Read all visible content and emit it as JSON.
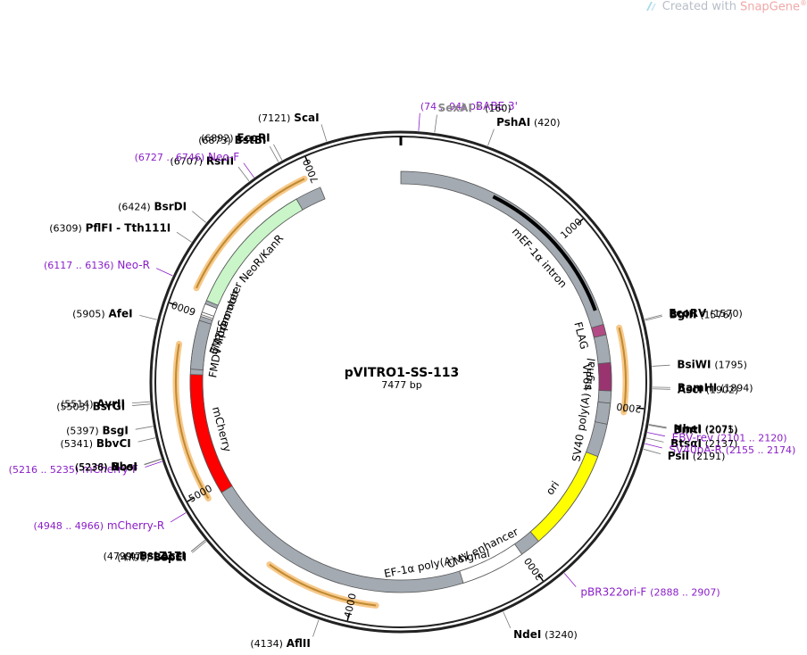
{
  "watermark": {
    "prefix": "Created with",
    "brand": "SnapGene",
    "reg": "®"
  },
  "plasmid": {
    "name": "pVITRO1-SS-113",
    "length_label": "7477 bp",
    "length": 7477
  },
  "colors": {
    "enzyme": "#000000",
    "primer": "#8a1ec8",
    "nonunique": "#888888",
    "leader": "#777777",
    "backbone": "#222222",
    "orf_glow": "#f7c98a",
    "orf": "#c08a32"
  },
  "ticks": [
    {
      "label": "1000",
      "pos": 1000
    },
    {
      "label": "2000",
      "pos": 2000
    },
    {
      "label": "3000",
      "pos": 3000
    },
    {
      "label": "4000",
      "pos": 4000
    },
    {
      "label": "5000",
      "pos": 5000
    },
    {
      "label": "6000",
      "pos": 6000
    },
    {
      "label": "7000",
      "pos": 7000
    }
  ],
  "sites": [
    {
      "name": "PshAI",
      "pos_label": "(420)",
      "pos": 420,
      "kind": "enzyme",
      "name_first": true
    },
    {
      "name": "EcoRV",
      "pos_label": "(1570)",
      "pos": 1570,
      "kind": "enzyme",
      "name_first": true
    },
    {
      "name": "BglII",
      "pos_label": "(1576)",
      "pos": 1576,
      "kind": "enzyme",
      "name_first": true
    },
    {
      "name": "BsiWI",
      "pos_label": "(1795)",
      "pos": 1795,
      "kind": "enzyme",
      "name_first": true
    },
    {
      "name": "BamHI",
      "pos_label": "(1894)",
      "pos": 1894,
      "kind": "enzyme",
      "name_first": true
    },
    {
      "name": "AscI",
      "pos_label": "(1902)",
      "pos": 1902,
      "kind": "enzyme",
      "name_first": true
    },
    {
      "name": "NheI",
      "pos_label": "(2071)",
      "pos": 2071,
      "kind": "enzyme",
      "name_first": true
    },
    {
      "name": "BmtI",
      "pos_label": "(2075)",
      "pos": 2075,
      "kind": "enzyme",
      "name_first": true
    },
    {
      "name": "EBV-rev",
      "pos_label": "(2101 .. 2120)",
      "pos": 2110,
      "kind": "primer",
      "name_first": true
    },
    {
      "name": "BtsαI",
      "pos_label": "(2137)",
      "pos": 2137,
      "kind": "enzyme",
      "name_first": true
    },
    {
      "name": "SV40pA-R",
      "pos_label": "(2155 .. 2174)",
      "pos": 2164,
      "kind": "primer",
      "name_first": true
    },
    {
      "name": "PsiI",
      "pos_label": "(2191)",
      "pos": 2191,
      "kind": "enzyme",
      "name_first": true
    },
    {
      "name": "pBR322ori-F",
      "pos_label": "(2888 .. 2907)",
      "pos": 2897,
      "kind": "primer",
      "name_first": true
    },
    {
      "name": "NdeI",
      "pos_label": "(3240)",
      "pos": 3240,
      "kind": "enzyme",
      "name_first": true
    },
    {
      "name": "AflII",
      "pos_label": "(4134)",
      "pos": 4134,
      "kind": "enzyme",
      "name_first": false
    },
    {
      "name": "BspEI",
      "pos_label": "(4791)",
      "pos": 4791,
      "kind": "enzyme",
      "name_first": false
    },
    {
      "name": "AccI",
      "pos_label": "(4798)",
      "pos": 4798,
      "kind": "enzyme",
      "name_first": false
    },
    {
      "name": "BstZ17I",
      "pos_label": "(4799)",
      "pos": 4799,
      "kind": "enzyme",
      "name_first": false
    },
    {
      "name": "mCherry-R",
      "pos_label": "(4948 .. 4966)",
      "pos": 4957,
      "kind": "primer",
      "name_first": false
    },
    {
      "name": "mCherry-F",
      "pos_label": "(5216 .. 5235)",
      "pos": 5225,
      "kind": "primer",
      "name_first": false
    },
    {
      "name": "NcoI",
      "pos_label": "(5236)",
      "pos": 5236,
      "kind": "enzyme",
      "name_first": false
    },
    {
      "name": "BbsI",
      "pos_label": "(5238)",
      "pos": 5238,
      "kind": "enzyme",
      "name_first": false
    },
    {
      "name": "BbvCI",
      "pos_label": "(5341)",
      "pos": 5341,
      "kind": "enzyme",
      "name_first": false
    },
    {
      "name": "BsgI",
      "pos_label": "(5397)",
      "pos": 5397,
      "kind": "enzyme",
      "name_first": false
    },
    {
      "name": "BsrGI",
      "pos_label": "(5503)",
      "pos": 5503,
      "kind": "enzyme",
      "name_first": false
    },
    {
      "name": "AvrII",
      "pos_label": "(5514)",
      "pos": 5514,
      "kind": "enzyme",
      "name_first": false
    },
    {
      "name": "AfeI",
      "pos_label": "(5905)",
      "pos": 5905,
      "kind": "enzyme",
      "name_first": false
    },
    {
      "name": "Neo-R",
      "pos_label": "(6117 .. 6136)",
      "pos": 6126,
      "kind": "primer",
      "name_first": false
    },
    {
      "name": "PflFI - Tth111I",
      "pos_label": "(6309)",
      "pos": 6309,
      "kind": "enzyme",
      "name_first": false
    },
    {
      "name": "BsrDI",
      "pos_label": "(6424)",
      "pos": 6424,
      "kind": "enzyme",
      "name_first": false
    },
    {
      "name": "RsrII",
      "pos_label": "(6707)",
      "pos": 6707,
      "kind": "enzyme",
      "name_first": false
    },
    {
      "name": "Neo-F",
      "pos_label": "(6727 .. 6746)",
      "pos": 6736,
      "kind": "primer",
      "name_first": false
    },
    {
      "name": "BstBI",
      "pos_label": "(6873)",
      "pos": 6873,
      "kind": "enzyme",
      "name_first": false
    },
    {
      "name": "EcoRI",
      "pos_label": "(6892)",
      "pos": 6892,
      "kind": "enzyme",
      "name_first": false
    },
    {
      "name": "ScaI",
      "pos_label": "(7121)",
      "pos": 7121,
      "kind": "enzyme",
      "name_first": false
    },
    {
      "name": "pBABE 3'",
      "pos_label": "(74 .. 94)",
      "pos": 84,
      "kind": "primer",
      "name_first": false
    },
    {
      "name": "SexAI *",
      "pos_label": "(160)",
      "pos": 160,
      "kind": "nonunique",
      "name_first": true
    }
  ],
  "features": [
    {
      "name": "EF-1α poly(A) signal",
      "start": 0,
      "end": 7010,
      "kind": "box",
      "color": "#a3aab2"
    },
    {
      "name": "mEF-1α intron",
      "start": 550,
      "end": 1450,
      "kind": "line",
      "color": "#000000"
    },
    {
      "name": "FLAG",
      "start": 1540,
      "end": 1600,
      "kind": "box",
      "color": "#b24a84"
    },
    {
      "name": "VP64",
      "start": 1760,
      "end": 1920,
      "kind": "arrow",
      "color": "#9a3470"
    },
    {
      "name": "SV40 poly(A) signal",
      "start": 1990,
      "end": 2110,
      "kind": "box",
      "color": "#a3aab2"
    },
    {
      "name": "ori",
      "start": 2300,
      "end": 2890,
      "kind": "arrow",
      "color": "#ffff00"
    },
    {
      "name": "CMV enhancer",
      "start": 3010,
      "end": 3380,
      "kind": "box",
      "color": "#ffffff"
    },
    {
      "name": "mCherry",
      "start": 4950,
      "end": 5650,
      "kind": "arrow",
      "color": "#ff0000"
    },
    {
      "name": "FMDV IRES",
      "start": 5680,
      "end": 5960,
      "kind": "box",
      "color": "#a3aab2"
    },
    {
      "name": "EM7 promoter",
      "start": 5985,
      "end": 6060,
      "kind": "arrow",
      "color": "#ffffff"
    },
    {
      "name": "NeoR/KanR",
      "start": 6080,
      "end": 6860,
      "kind": "arrow",
      "color": "#c9f5c9"
    },
    {
      "name": "T7 promoter",
      "start": 5995,
      "end": 6010,
      "kind": "arrow",
      "color": "#ffffff"
    }
  ],
  "orfs": [
    {
      "start": 1580,
      "end": 2030
    },
    {
      "start": 3870,
      "end": 4480
    },
    {
      "start": 4960,
      "end": 5810
    },
    {
      "start": 6120,
      "end": 6950
    }
  ]
}
